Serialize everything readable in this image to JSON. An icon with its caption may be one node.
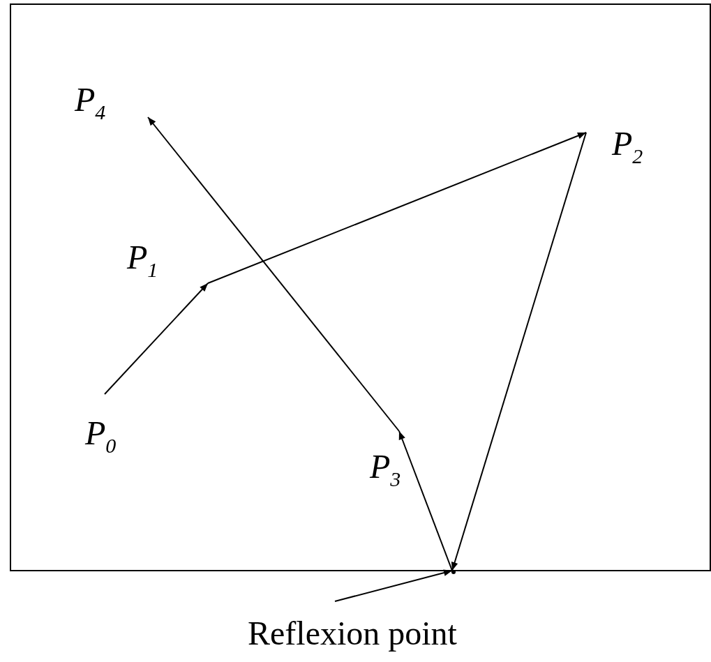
{
  "diagram": {
    "nodes": [
      {
        "text": [],
        "shape": "box"
      },
      {
        "text": [
          "P$_{0}$"
        ],
        "in": 0
      },
      {
        "text": [
          "P$_{1}$"
        ],
        "in": 0
      },
      {
        "text": [
          "P$_{2}$"
        ],
        "in": 0
      },
      {
        "text": [
          "P$_{3}$"
        ],
        "in": 0
      },
      {
        "text": [
          "P$_{4}$"
        ],
        "in": 0
      },
      {
        "text": [],
        "shape": "point",
        "in": 0
      },
      {
        "text": [
          "Reflexion point"
        ]
      }
    ],
    "edges": [
      {
        "from": 1,
        "to": 2,
        "arrow": "to"
      },
      {
        "from": 2,
        "to": 3,
        "arrow": "to"
      },
      {
        "from": 3,
        "to": 6,
        "arrow": "to"
      },
      {
        "from": 6,
        "to": 4,
        "arrow": "to"
      },
      {
        "from": 4,
        "to": 5,
        "arrow": "to"
      },
      {
        "from": 7,
        "to": 6,
        "arrow": "to"
      }
    ]
  }
}
